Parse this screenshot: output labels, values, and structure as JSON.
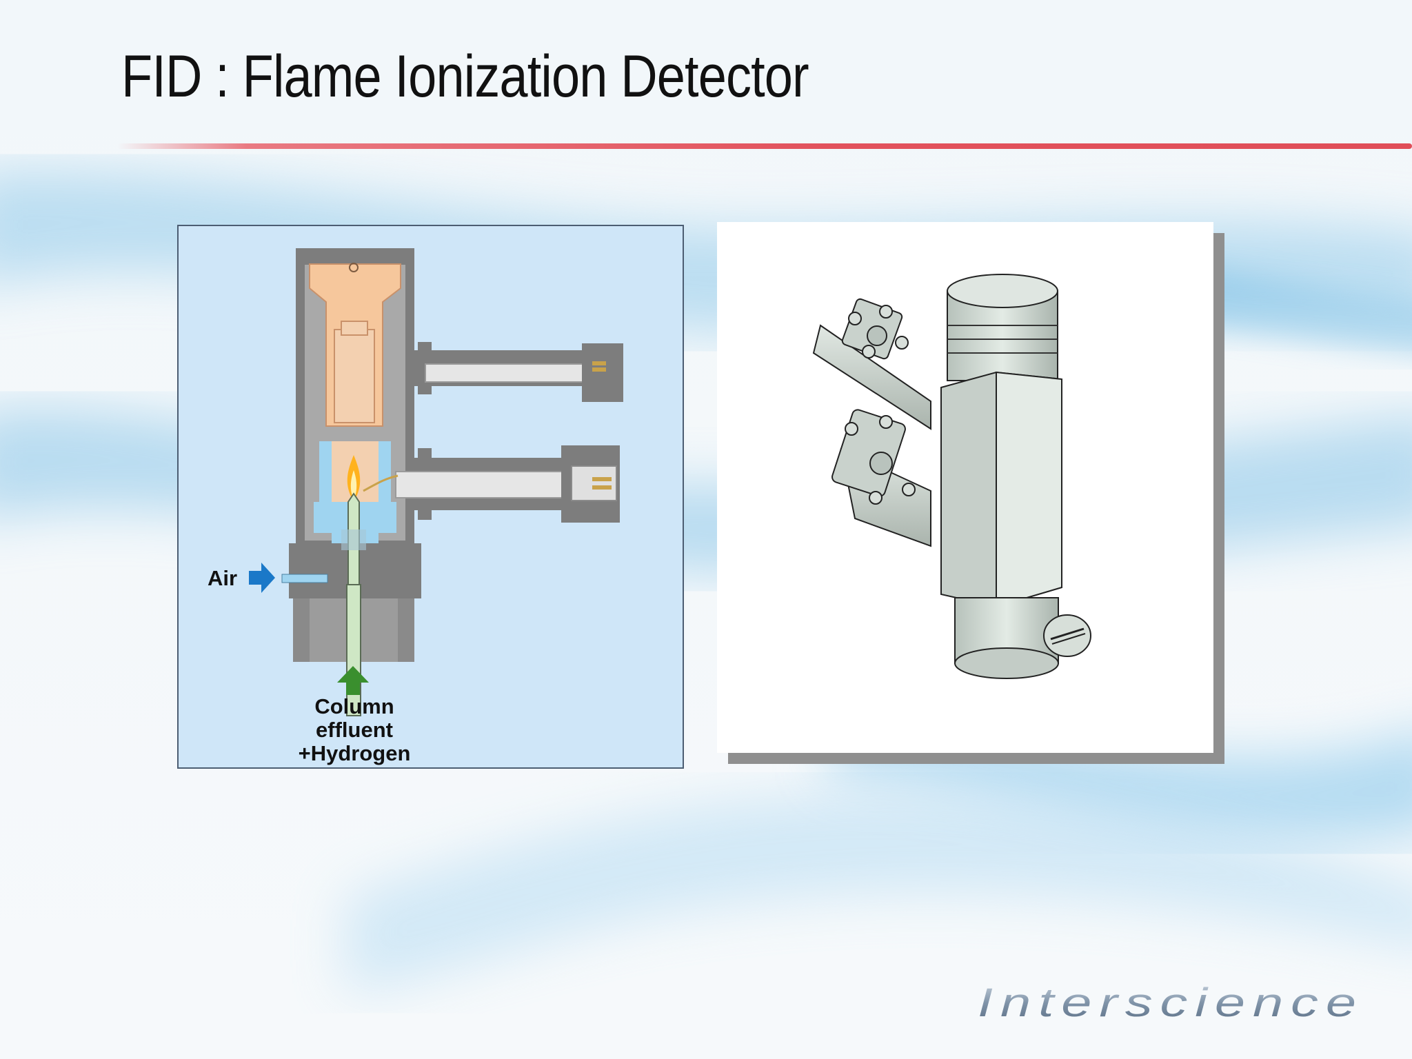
{
  "slide": {
    "title": "FID : Flame Ionization Detector"
  },
  "diagram": {
    "labels": {
      "air": "Air",
      "column_line1": "Column",
      "column_line2": "effluent",
      "column_line3": "+Hydrogen"
    },
    "colors": {
      "panel_bg": "#cfe6f8",
      "body_gray": "#7d7d7d",
      "inner_orange": "#f6c79c",
      "chamber_blue": "#9fd4f0",
      "air_arrow": "#1a78c8",
      "column_arrow": "#3a8f2e",
      "flame": "#ffb21e"
    }
  },
  "logo": {
    "text": "Interscience"
  }
}
